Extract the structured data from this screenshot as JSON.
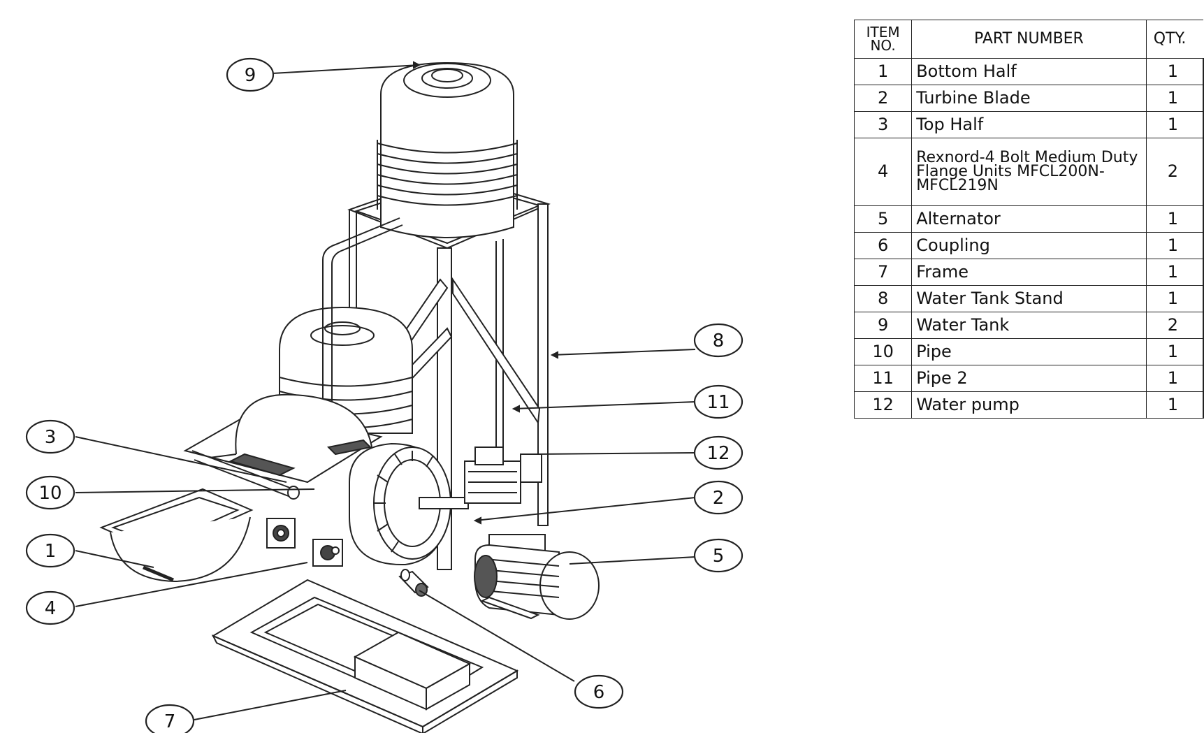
{
  "bom": {
    "headers": {
      "item_no": "ITEM NO.",
      "part_number": "PART NUMBER",
      "qty": "QTY."
    },
    "rows": [
      {
        "item": "1",
        "part": "Bottom Half",
        "qty": "1"
      },
      {
        "item": "2",
        "part": "Turbine Blade",
        "qty": "1"
      },
      {
        "item": "3",
        "part": "Top Half",
        "qty": "1"
      },
      {
        "item": "4",
        "part": "Rexnord-4 Bolt Medium Duty Flange Units MFCL200N-MFCL219N",
        "qty": "2"
      },
      {
        "item": "5",
        "part": "Alternator",
        "qty": "1"
      },
      {
        "item": "6",
        "part": "Coupling",
        "qty": "1"
      },
      {
        "item": "7",
        "part": "Frame",
        "qty": "1"
      },
      {
        "item": "8",
        "part": "Water Tank Stand",
        "qty": "1"
      },
      {
        "item": "9",
        "part": "Water Tank",
        "qty": "2"
      },
      {
        "item": "10",
        "part": "Pipe",
        "qty": "1"
      },
      {
        "item": "11",
        "part": "Pipe 2",
        "qty": "1"
      },
      {
        "item": "12",
        "part": "Water pump",
        "qty": "1"
      }
    ]
  },
  "balloons": {
    "b1": "1",
    "b2": "2",
    "b3": "3",
    "b4": "4",
    "b5": "5",
    "b6": "6",
    "b7": "7",
    "b8": "8",
    "b9": "9",
    "b10": "10",
    "b11": "11",
    "b12": "12"
  }
}
